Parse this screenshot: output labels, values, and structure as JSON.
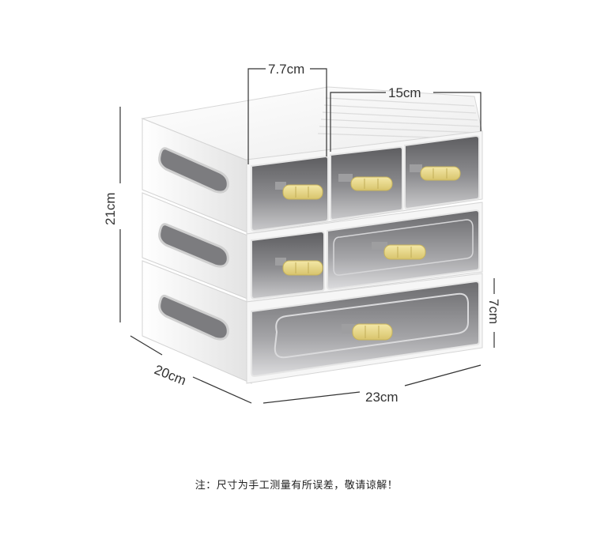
{
  "dimensions": {
    "width_top_drawer": "7.7cm",
    "width_top_section": "15cm",
    "height_total": "21cm",
    "height_bottom_drawer": "7cm",
    "depth": "20cm",
    "width_total": "23cm"
  },
  "note": "注：尺寸为手工测量有所误差，敬请谅解！",
  "colors": {
    "body": "#f4f4f4",
    "body_edge": "#d7d7d7",
    "drawer_dark": "#6f6f71",
    "drawer_light": "#b9b9bb",
    "handle": "#e9d98c",
    "line": "#333333"
  }
}
